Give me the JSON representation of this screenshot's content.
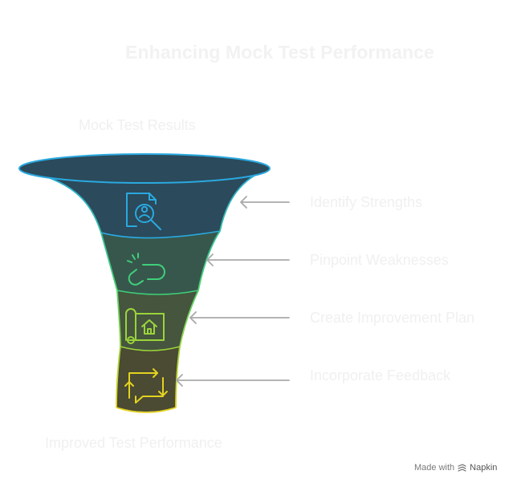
{
  "title": "Enhancing Mock Test Performance",
  "input_label": "Mock Test Results",
  "output_label": "Improved Test Performance",
  "stages": [
    {
      "label": "Identify Strengths",
      "icon": "profile-search-icon",
      "fill": "#2b4a5b",
      "stroke": "#2aa9e0"
    },
    {
      "label": "Pinpoint Weaknesses",
      "icon": "broken-link-icon",
      "fill": "#37574c",
      "stroke": "#3fcf7a"
    },
    {
      "label": "Create Improvement Plan",
      "icon": "blueprint-house-icon",
      "fill": "#45553e",
      "stroke": "#9bd43a"
    },
    {
      "label": "Incorporate Feedback",
      "icon": "feedback-loop-icon",
      "fill": "#4b4a33",
      "stroke": "#d8d227"
    }
  ],
  "footer": {
    "made_with": "Made with",
    "brand": "Napkin"
  }
}
